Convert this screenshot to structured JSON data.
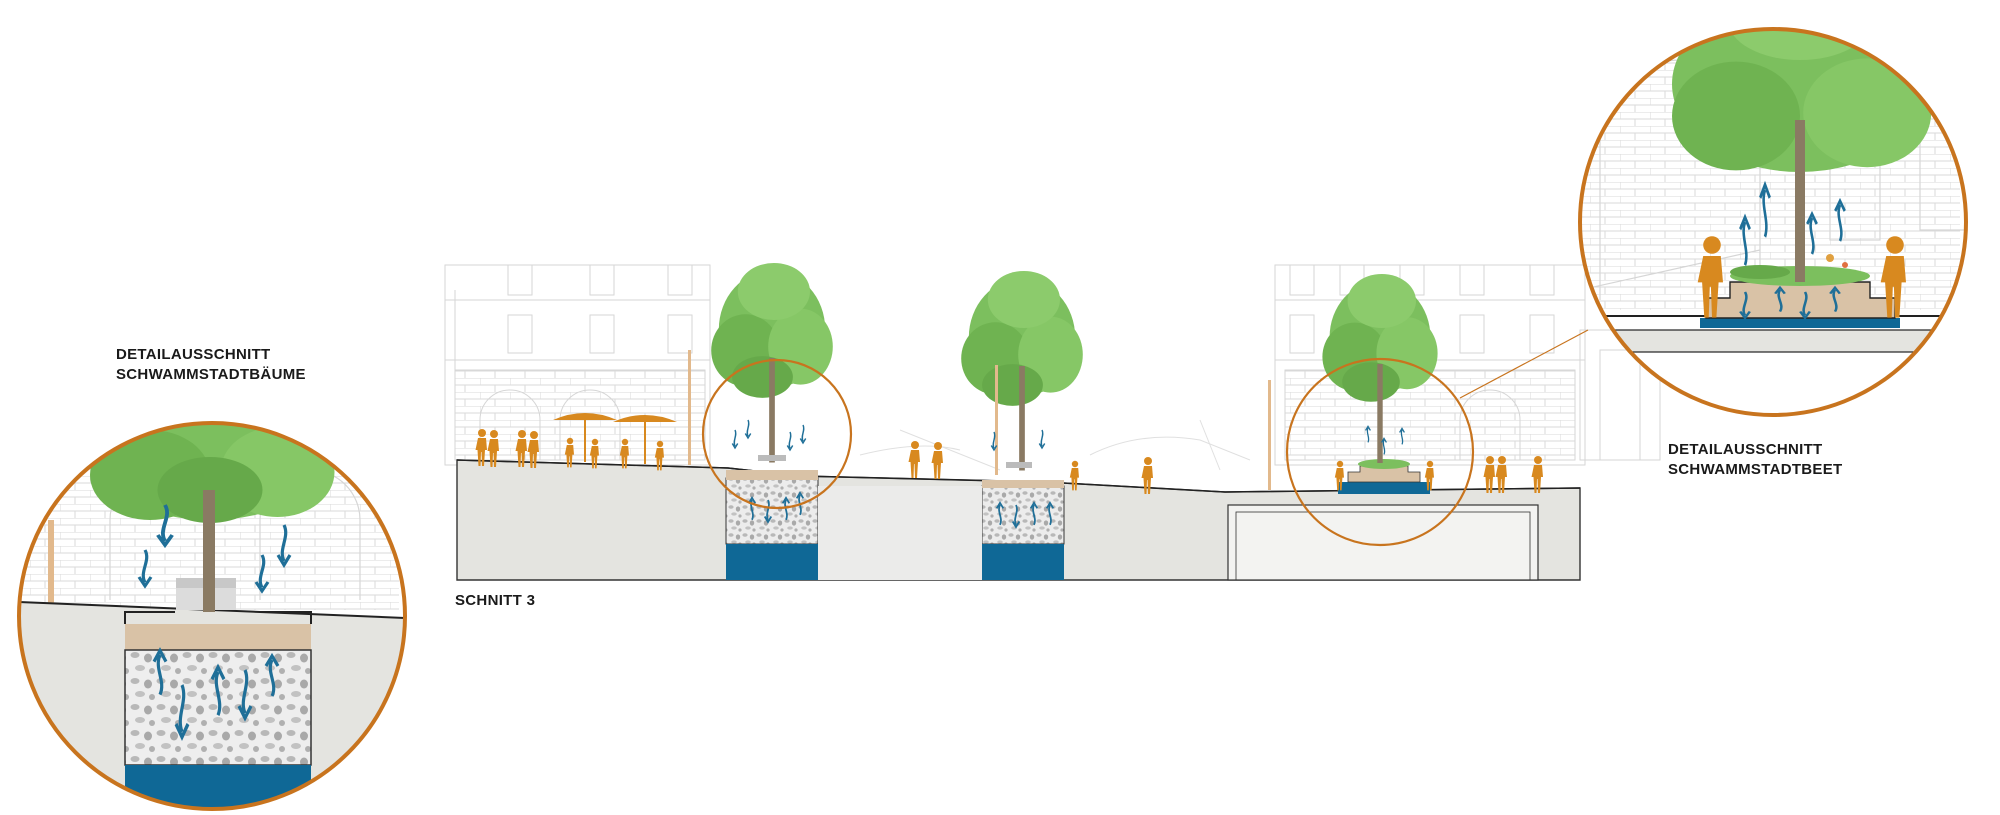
{
  "labels": {
    "detail_trees": {
      "line1": "DETAILAUSSCHNITT",
      "line2": "SCHWAMMSTADTBÄUME"
    },
    "section": "SCHNITT 3",
    "detail_bed": {
      "line1": "DETAILAUSSCHNITT",
      "line2": "SCHWAMMSTADTBEET"
    }
  },
  "colors": {
    "tree_foliage": "#7cbf5e",
    "tree_foliage_dark": "#5fa447",
    "tree_trunk": "#8a7a63",
    "people": "#d8891f",
    "detail_circle": "#c8741e",
    "water": "#0f6896",
    "water_arrow": "#1f6f98",
    "ground": "#e4e4e0",
    "soil": "#d9c2a6",
    "gravel": "#c8c8c8",
    "building_line": "#d0d0d0"
  },
  "icons": [
    "tree-icon",
    "person-icon",
    "umbrella-icon",
    "water-arrow-icon",
    "bench-icon"
  ]
}
